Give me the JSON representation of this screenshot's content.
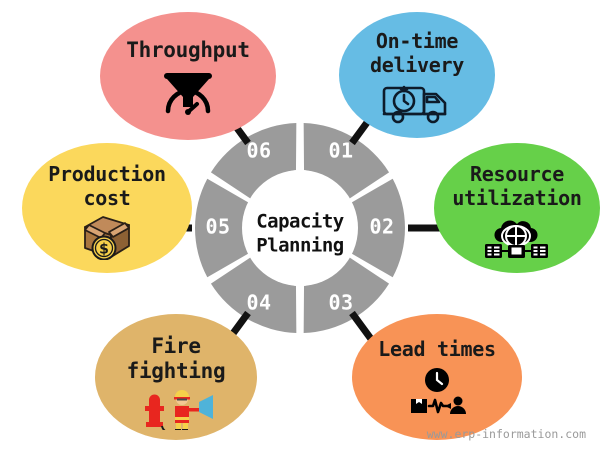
{
  "diagram": {
    "title": "Capacity Planning",
    "hub_lines": [
      "Capacity",
      "Planning"
    ],
    "ring_color": "#9b9b9b",
    "ring_gap_color": "#ffffff",
    "connector_color": "#111111",
    "segments": [
      {
        "number": "01",
        "label": "On-time\ndelivery",
        "label_plain": "On-time delivery",
        "color": "#66bce4",
        "icon": "delivery-truck-stopwatch-icon"
      },
      {
        "number": "02",
        "label": "Resource\nutilization",
        "label_plain": "Resource utilization",
        "color": "#66d049",
        "icon": "cloud-network-servers-icon"
      },
      {
        "number": "03",
        "label": "Lead times",
        "label_plain": "Lead times",
        "color": "#f89356",
        "icon": "clock-box-to-person-icon"
      },
      {
        "number": "04",
        "label": "Fire\nfighting",
        "label_plain": "Fire fighting",
        "color": "#dfb46a",
        "icon": "firefighter-hydrant-hose-icon"
      },
      {
        "number": "05",
        "label": "Production\ncost",
        "label_plain": "Production cost",
        "color": "#fbd85c",
        "icon": "box-dollar-coin-icon"
      },
      {
        "number": "06",
        "label": "Throughput",
        "label_plain": "Throughput",
        "color": "#f4918e",
        "icon": "funnel-gauge-icon"
      }
    ],
    "watermark": "www.erp-information.com"
  }
}
